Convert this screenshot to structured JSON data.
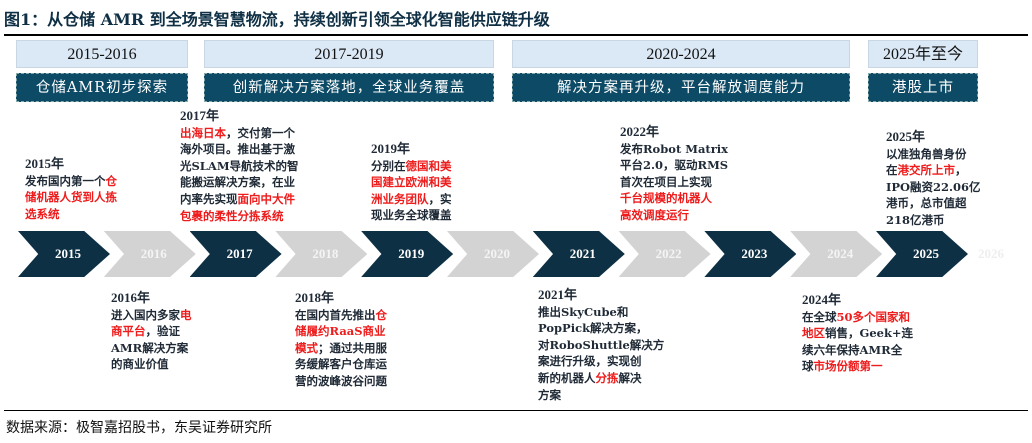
{
  "title": "图1：从仓储 AMR 到全场景智慧物流，持续创新引领全球化智能供应链升级",
  "phases": [
    {
      "period": "2015-2016",
      "theme": "仓储AMR初步探索"
    },
    {
      "period": "2017-2019",
      "theme": "创新解决方案落地，全球业务覆盖"
    },
    {
      "period": "2020-2024",
      "theme": "解决方案再升级，平台解放调度能力"
    },
    {
      "period": "2025年至今",
      "theme": "港股上市"
    }
  ],
  "timeline": [
    {
      "year": "2015",
      "style": "dark"
    },
    {
      "year": "2016",
      "style": "light"
    },
    {
      "year": "2017",
      "style": "dark"
    },
    {
      "year": "2018",
      "style": "light"
    },
    {
      "year": "2019",
      "style": "dark"
    },
    {
      "year": "2020",
      "style": "light"
    },
    {
      "year": "2021",
      "style": "dark"
    },
    {
      "year": "2022",
      "style": "light"
    },
    {
      "year": "2023",
      "style": "dark"
    },
    {
      "year": "2024",
      "style": "light"
    },
    {
      "year": "2025",
      "style": "dark"
    }
  ],
  "timeline_faded_label": "2026",
  "colors": {
    "dark_arrow": "#0d3045",
    "light_arrow": "#d3d3d3",
    "theme_box": "#0c4a66",
    "phase_box": "#dbe8f5",
    "highlight": "#ee1c1c"
  },
  "events": [
    {
      "year": "2015年",
      "lines": [
        [
          [
            "发布国内第一个",
            0
          ],
          [
            "仓",
            1
          ]
        ],
        [
          [
            "储机器人货到人拣",
            1
          ]
        ],
        [
          [
            "选系统",
            1
          ]
        ]
      ]
    },
    {
      "year": "2017年",
      "lines": [
        [
          [
            "出海日本",
            1
          ],
          [
            "，交付第一个",
            0
          ]
        ],
        [
          [
            "海外项目。推出基于激",
            0
          ]
        ],
        [
          [
            "光SLAM导航技术的智",
            0
          ]
        ],
        [
          [
            "能搬运解决方案，在业",
            0
          ]
        ],
        [
          [
            "内率先实现",
            0
          ],
          [
            "面向中大件",
            1
          ]
        ],
        [
          [
            "包裹的柔性分拣系统",
            1
          ]
        ]
      ]
    },
    {
      "year": "2019年",
      "lines": [
        [
          [
            "分别在",
            0
          ],
          [
            "德国和美",
            1
          ]
        ],
        [
          [
            "国建立欧洲和美",
            1
          ]
        ],
        [
          [
            "洲业务团队",
            1
          ],
          [
            "，实",
            0
          ]
        ],
        [
          [
            "现业务全球覆盖",
            0
          ]
        ]
      ]
    },
    {
      "year": "2022年",
      "lines": [
        [
          [
            "发布Robot Matrix",
            0
          ]
        ],
        [
          [
            "平台2.0，驱动RMS",
            0
          ]
        ],
        [
          [
            "首次在项目上实现",
            0
          ]
        ],
        [
          [
            "千台规模的机器人",
            1
          ]
        ],
        [
          [
            "高效调度运行",
            1
          ]
        ]
      ]
    },
    {
      "year": "2025年",
      "lines": [
        [
          [
            "以准独角兽身份",
            0
          ]
        ],
        [
          [
            "在",
            0
          ],
          [
            "港交所上市",
            1
          ],
          [
            "，",
            0
          ]
        ],
        [
          [
            "IPO融资22.06亿",
            0
          ]
        ],
        [
          [
            "港币，总市值超",
            0
          ]
        ],
        [
          [
            "218亿港币",
            0
          ]
        ]
      ]
    },
    {
      "year": "2016年",
      "lines": [
        [
          [
            "进入国内多家",
            0
          ],
          [
            "电",
            1
          ]
        ],
        [
          [
            "商平台",
            1
          ],
          [
            "，验证",
            0
          ]
        ],
        [
          [
            "AMR解决方案",
            0
          ]
        ],
        [
          [
            "的商业价值",
            0
          ]
        ]
      ]
    },
    {
      "year": "2018年",
      "lines": [
        [
          [
            "在国内首先推出",
            0
          ],
          [
            "仓",
            1
          ]
        ],
        [
          [
            "储履约RaaS商业",
            1
          ]
        ],
        [
          [
            "模式",
            1
          ],
          [
            "；通过共用服",
            0
          ]
        ],
        [
          [
            "务缓解客户仓库运",
            0
          ]
        ],
        [
          [
            "营的波峰波谷问题",
            0
          ]
        ]
      ]
    },
    {
      "year": "2021年",
      "lines": [
        [
          [
            "推出SkyCube和",
            0
          ]
        ],
        [
          [
            "PopPick解决方案，",
            0
          ]
        ],
        [
          [
            "对RoboShuttle解决方",
            0
          ]
        ],
        [
          [
            "案进行升级，实现创",
            0
          ]
        ],
        [
          [
            "新的机器人",
            0
          ],
          [
            "分拣",
            1
          ],
          [
            "解决",
            0
          ]
        ],
        [
          [
            "方案",
            0
          ]
        ]
      ]
    },
    {
      "year": "2024年",
      "lines": [
        [
          [
            "在全球",
            0
          ],
          [
            "50多个国家和",
            1
          ]
        ],
        [
          [
            "地区",
            1
          ],
          [
            "销售，Geek+连",
            0
          ]
        ],
        [
          [
            "续六年保持AMR全",
            0
          ]
        ],
        [
          [
            "球",
            0
          ],
          [
            "市场份额第一",
            1
          ]
        ]
      ]
    }
  ],
  "source": "数据来源：极智嘉招股书，东吴证券研究所"
}
